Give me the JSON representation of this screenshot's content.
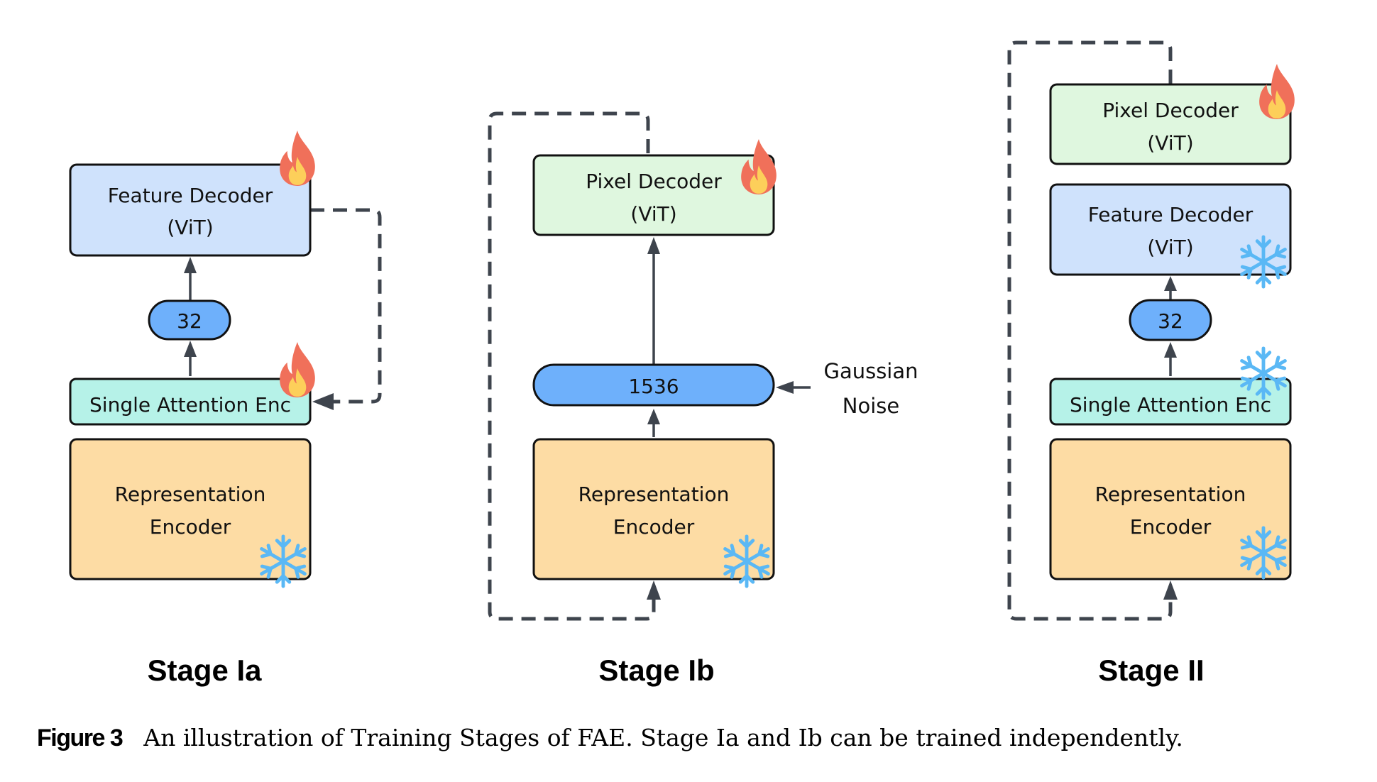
{
  "figure": {
    "caption_label": "Figure 3",
    "caption_text": "An illustration of Training Stages of FAE. Stage Ia and Ib can be trained independently."
  },
  "colors": {
    "feature_decoder": "#cfe2fc",
    "pixel_decoder": "#dff7df",
    "single_attention_enc": "#b6f2e8",
    "representation_encoder": "#fddca4",
    "latent_pill": "#6eb0fb",
    "connector": "#3e444d"
  },
  "stages": {
    "stage_ia": {
      "label": "Stage Ia",
      "feature_decoder": {
        "line1": "Feature Decoder",
        "line2": "(ViT)",
        "status": "trainable-fire-icon"
      },
      "latent": {
        "value": "32"
      },
      "single_attention_enc": {
        "label": "Single Attention Enc",
        "status": "trainable-fire-icon"
      },
      "representation_encoder": {
        "line1": "Representation",
        "line2": "Encoder",
        "status": "frozen-snowflake-icon"
      }
    },
    "stage_ib": {
      "label": "Stage Ib",
      "pixel_decoder": {
        "line1": "Pixel Decoder",
        "line2": "(ViT)",
        "status": "trainable-fire-icon"
      },
      "latent": {
        "value": "1536"
      },
      "noise": {
        "line1": "Gaussian",
        "line2": "Noise"
      },
      "representation_encoder": {
        "line1": "Representation",
        "line2": "Encoder",
        "status": "frozen-snowflake-icon"
      }
    },
    "stage_ii": {
      "label": "Stage II",
      "pixel_decoder": {
        "line1": "Pixel Decoder",
        "line2": "(ViT)",
        "status": "trainable-fire-icon"
      },
      "feature_decoder": {
        "line1": "Feature Decoder",
        "line2": "(ViT)",
        "status": "frozen-snowflake-icon"
      },
      "latent": {
        "value": "32"
      },
      "single_attention_enc": {
        "label": "Single Attention Enc",
        "status": "frozen-snowflake-icon"
      },
      "representation_encoder": {
        "line1": "Representation",
        "line2": "Encoder",
        "status": "frozen-snowflake-icon"
      }
    }
  }
}
